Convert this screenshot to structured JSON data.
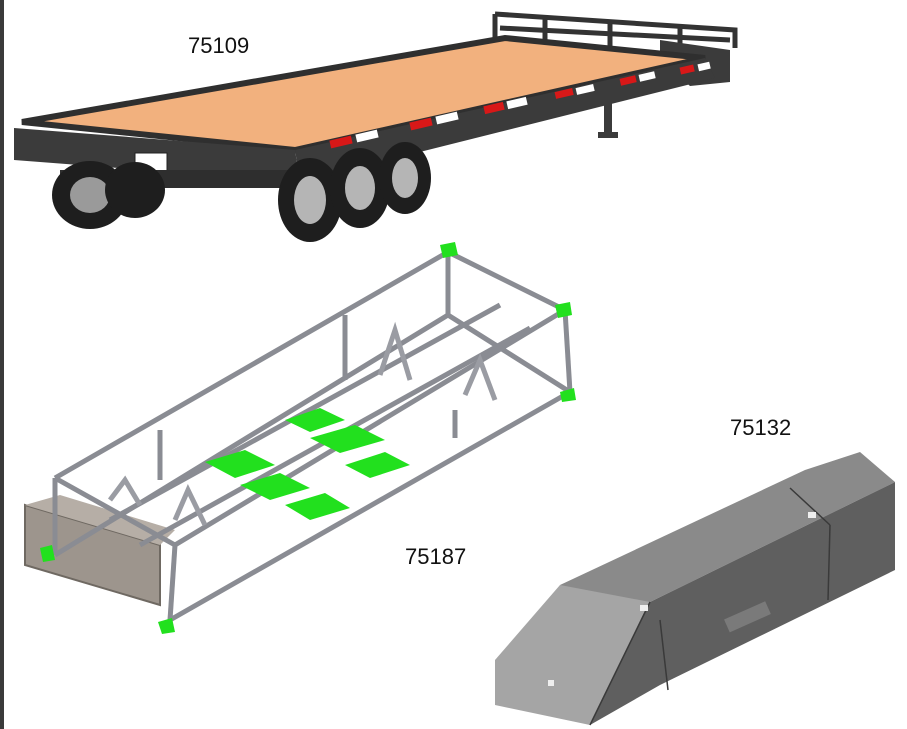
{
  "labels": {
    "trailer": "75109",
    "frame": "75187",
    "cover": "75132"
  },
  "colors": {
    "trailer_body": "#3b3b3b",
    "deck": "#f2b17e",
    "reflector_red": "#d81818",
    "frame_steel": "#8a8c93",
    "pad_green": "#22e01e",
    "cover_gray": "#6e6e6e"
  }
}
